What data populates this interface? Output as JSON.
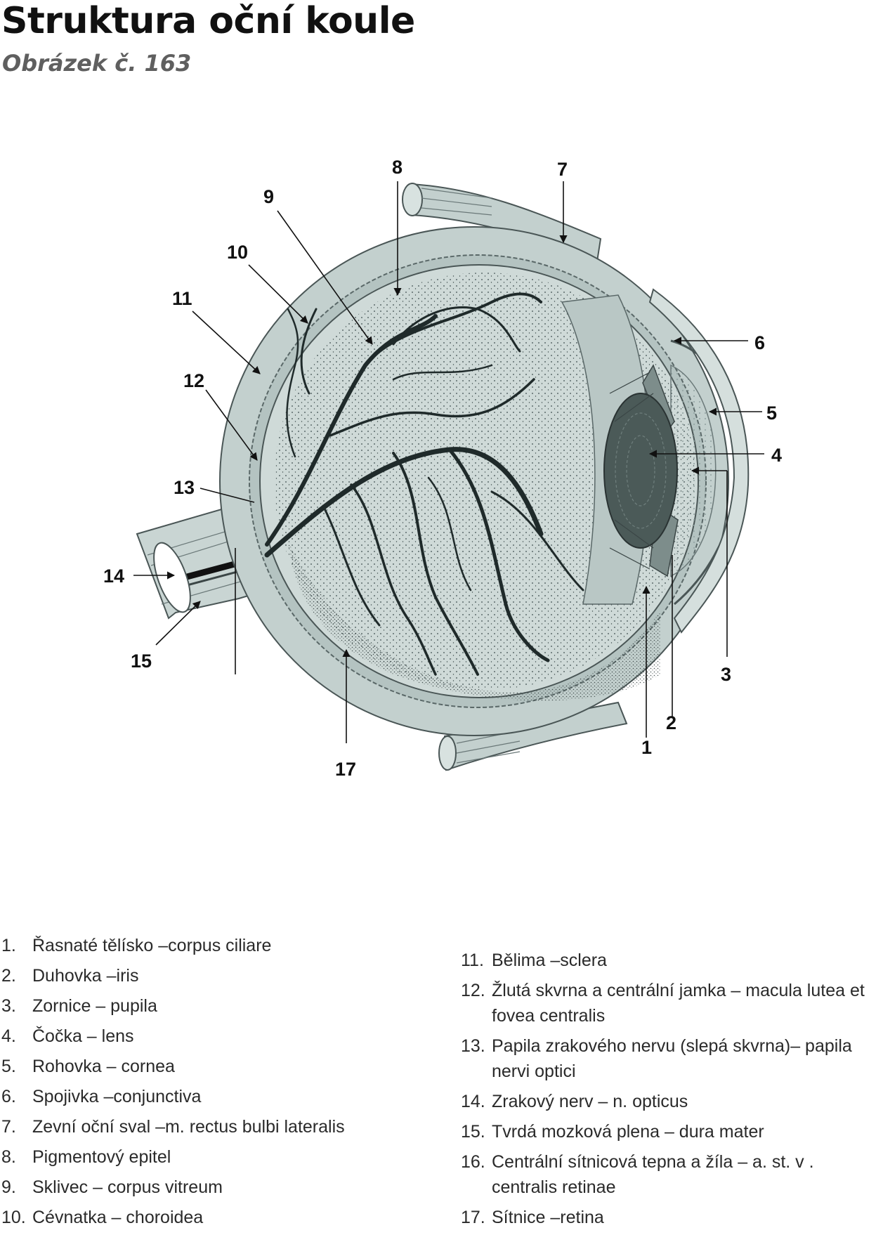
{
  "title": "Struktura oční koule",
  "subtitle": "Obrázek č. 163",
  "diagram": {
    "callouts": [
      "1",
      "2",
      "3",
      "4",
      "5",
      "6",
      "7",
      "8",
      "9",
      "10",
      "11",
      "12",
      "13",
      "14",
      "15",
      "17"
    ]
  },
  "legend_left": [
    {
      "num": "1.",
      "text": "Řasnaté tělísko –corpus ciliare"
    },
    {
      "num": "2.",
      "text": "Duhovka –iris"
    },
    {
      "num": "3.",
      "text": "Zornice – pupila"
    },
    {
      "num": "4.",
      "text": "Čočka – lens"
    },
    {
      "num": "5.",
      "text": "Rohovka – cornea"
    },
    {
      "num": "6.",
      "text": "Spojivka –conjunctiva"
    },
    {
      "num": "7.",
      "text": "Zevní oční sval –m. rectus bulbi lateralis"
    },
    {
      "num": "8.",
      "text": "Pigmentový epitel"
    },
    {
      "num": "9.",
      "text": "Sklivec – corpus vitreum"
    },
    {
      "num": "10.",
      "text": "Cévnatka – choroidea"
    }
  ],
  "legend_right": [
    {
      "num": "11.",
      "text": "Bělima –sclera"
    },
    {
      "num": "12.",
      "text": "Žlutá skvrna a centrální jamka – macula lutea et fovea centralis"
    },
    {
      "num": "13.",
      "text": "Papila zrakového nervu (slepá skvrna)– papila nervi optici"
    },
    {
      "num": "14.",
      "text": "Zrakový nerv – n. opticus"
    },
    {
      "num": "15.",
      "text": "Tvrdá mozková plena – dura mater"
    },
    {
      "num": "16.",
      "text": "Centrální sítnicová tepna a žíla – a. st. v . centralis retinae"
    },
    {
      "num": "17.",
      "text": "Sítnice –retina"
    }
  ]
}
